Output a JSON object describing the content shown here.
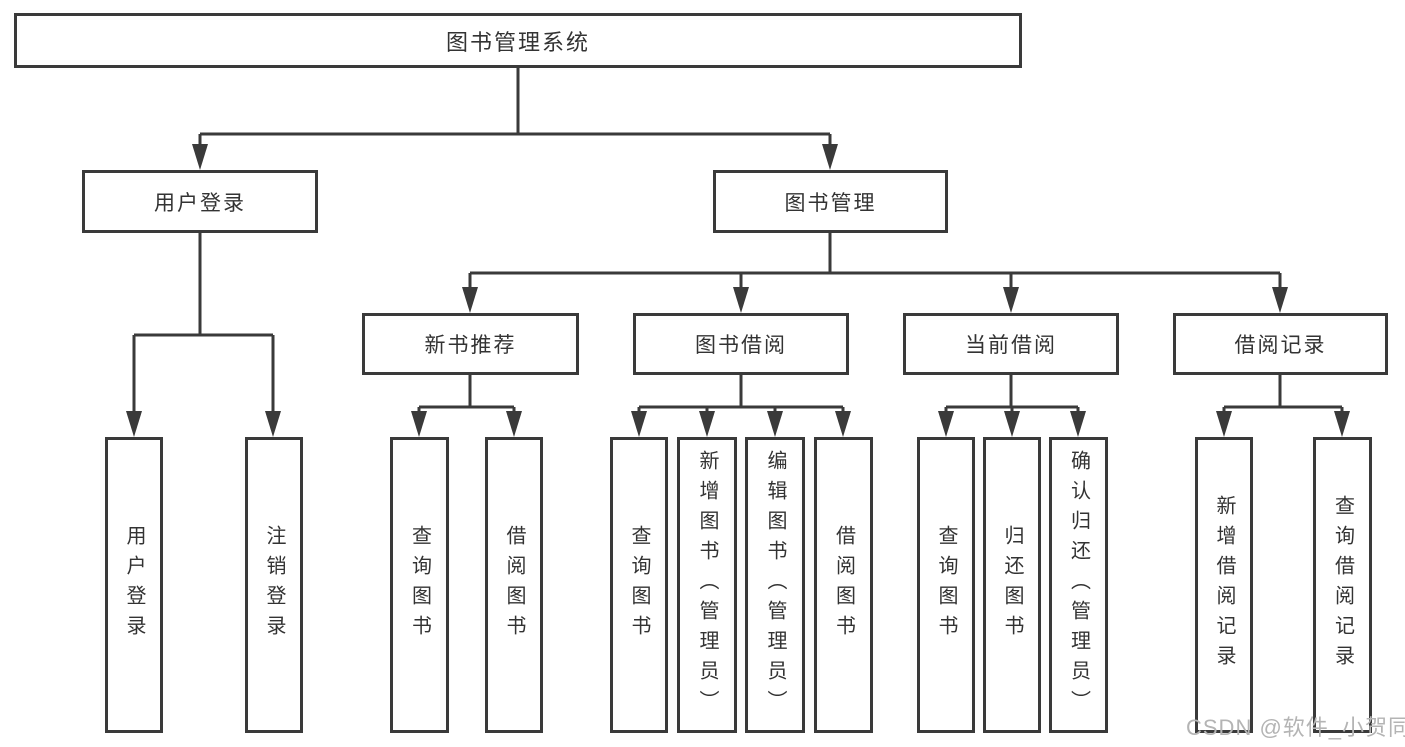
{
  "diagram_type": "hierarchy",
  "tree": {
    "label": "图书管理系统",
    "children": [
      {
        "label": "用户登录",
        "children": [
          {
            "label": "用户登录"
          },
          {
            "label": "注销登录"
          }
        ]
      },
      {
        "label": "图书管理",
        "children": [
          {
            "label": "新书推荐",
            "children": [
              {
                "label": "查询图书"
              },
              {
                "label": "借阅图书"
              }
            ]
          },
          {
            "label": "图书借阅",
            "children": [
              {
                "label": "查询图书"
              },
              {
                "label": "新增图书（管理员）"
              },
              {
                "label": "编辑图书（管理员）"
              },
              {
                "label": "借阅图书"
              }
            ]
          },
          {
            "label": "当前借阅",
            "children": [
              {
                "label": "查询图书"
              },
              {
                "label": "归还图书"
              },
              {
                "label": "确认归还（管理员）"
              }
            ]
          },
          {
            "label": "借阅记录",
            "children": [
              {
                "label": "新增借阅记录"
              },
              {
                "label": "查询借阅记录"
              }
            ]
          }
        ]
      }
    ]
  },
  "watermark": {
    "text": "CSDN @软件_小贺同学"
  },
  "colors": {
    "line": "#3a3a3a",
    "box_border": "#3a3a3a",
    "box_background": "#ffffff",
    "text": "#333333",
    "watermark": "#b4b4b4"
  }
}
